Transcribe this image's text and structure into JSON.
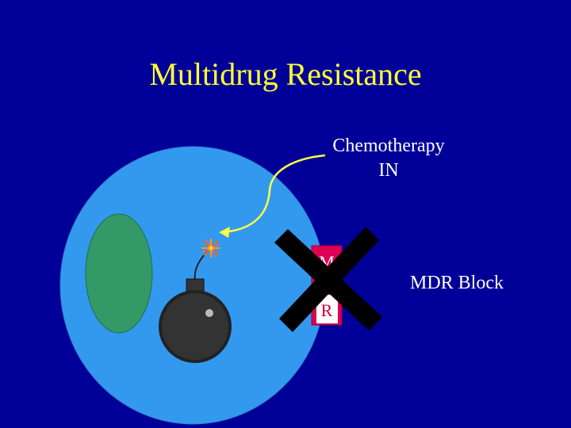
{
  "slide": {
    "title": "Multidrug Resistance",
    "chemo_label_line1": "Chemotherapy",
    "chemo_label_line2": "IN",
    "mdr_label": "MDR Block",
    "pump_top_letter": "M",
    "pump_bottom_letter": "R"
  },
  "colors": {
    "background": "#000099",
    "title": "#FFFF33",
    "cell": "#3399EE",
    "nucleus": "#339966",
    "pump": "#DD0055",
    "block_x": "#000000",
    "arrow": "#FFFF44",
    "bomb": "#333333"
  },
  "icons": [
    "bomb-icon",
    "spark-icon",
    "block-x-icon",
    "curved-arrow-icon"
  ]
}
